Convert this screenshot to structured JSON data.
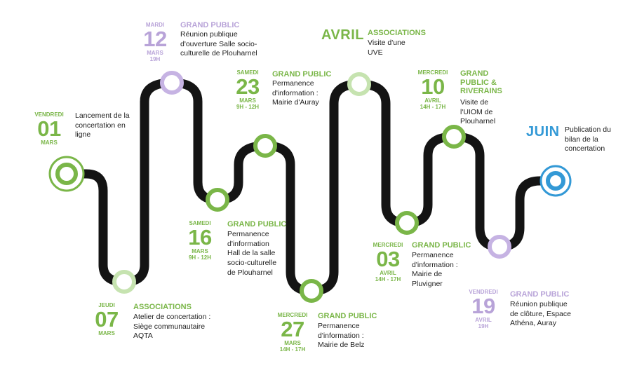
{
  "colors": {
    "road": "#141414",
    "green": "#7ab648",
    "lilac": "#c6b3e3",
    "blue": "#3399d6",
    "text": "#222222"
  },
  "events": [
    {
      "id": "e1",
      "day": "VENDREDI",
      "num": "01",
      "month": "MARS",
      "hours": "",
      "category": "",
      "description": "Lancement de la concertation en ligne",
      "color": "green"
    },
    {
      "id": "e2",
      "day": "JEUDI",
      "num": "07",
      "month": "MARS",
      "hours": "",
      "category": "ASSOCIATIONS",
      "description": "Atelier de concertation : Siège communautaire AQTA",
      "color": "green"
    },
    {
      "id": "e3",
      "day": "MARDI",
      "num": "12",
      "month": "MARS",
      "hours": "19H",
      "category": "GRAND PUBLIC",
      "description": "Réunion publique d'ouverture Salle socio-culturelle de Plouharnel",
      "color": "lilac"
    },
    {
      "id": "e4",
      "day": "SAMEDI",
      "num": "16",
      "month": "MARS",
      "hours": "9H - 12H",
      "category": "GRAND PUBLIC",
      "description": "Permanence d'information Hall de la salle socio-culturelle de Plouharnel",
      "color": "green"
    },
    {
      "id": "e5",
      "day": "SAMEDI",
      "num": "23",
      "month": "MARS",
      "hours": "9H - 12H",
      "category": "GRAND PUBLIC",
      "description": "Permanence d'information : Mairie d'Auray",
      "color": "green"
    },
    {
      "id": "e6",
      "day": "MERCREDI",
      "num": "27",
      "month": "MARS",
      "hours": "14H - 17H",
      "category": "GRAND PUBLIC",
      "description": "Permanence d'information : Mairie de Belz",
      "color": "green"
    },
    {
      "id": "e7",
      "day": "",
      "num": "",
      "month": "AVRIL",
      "hours": "",
      "category": "ASSOCIATIONS",
      "description": "Visite d'une UVE",
      "color": "green"
    },
    {
      "id": "e8",
      "day": "MERCREDI",
      "num": "03",
      "month": "AVRIL",
      "hours": "14H - 17H",
      "category": "GRAND PUBLIC",
      "description": "Permanence d'information : Mairie de Pluvigner",
      "color": "green"
    },
    {
      "id": "e9",
      "day": "MERCREDI",
      "num": "10",
      "month": "AVRIL",
      "hours": "14H - 17H",
      "category": "GRAND PUBLIC & RIVERAINS",
      "description": "Visite de l'UIOM de Plouharnel",
      "color": "green"
    },
    {
      "id": "e10",
      "day": "VENDREDI",
      "num": "19",
      "month": "AVRIL",
      "hours": "19H",
      "category": "GRAND PUBLIC",
      "description": "Réunion publique de clôture, Espace Athéna, Auray",
      "color": "lilac"
    },
    {
      "id": "e11",
      "day": "",
      "num": "",
      "month": "JUIN",
      "hours": "",
      "category": "",
      "description": "Publication du bilan de la concertation",
      "color": "blue"
    }
  ]
}
